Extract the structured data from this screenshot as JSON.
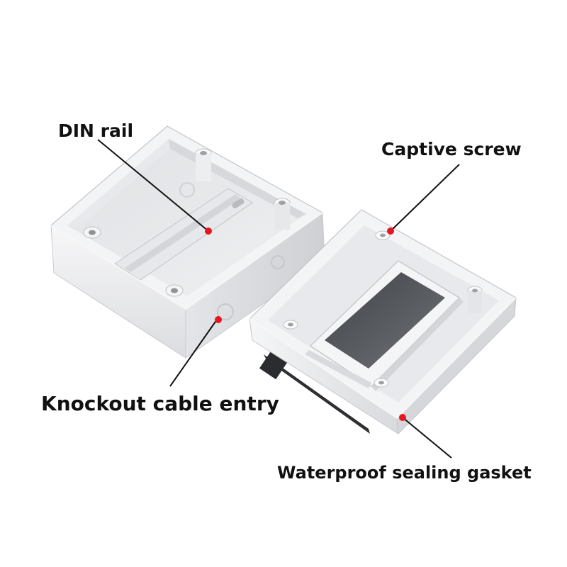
{
  "callouts": {
    "din_rail": "DIN rail",
    "captive_screw": "Captive screw",
    "knockout_cable_entry": "Knockout cable entry",
    "waterproof_sealing_gasket": "Waterproof sealing gasket"
  },
  "colors": {
    "marker": "#e8141e",
    "leader_line": "#111111",
    "label_text": "#111111",
    "enclosure": "#f1f2f4",
    "window_glass": "#5a5d62"
  }
}
